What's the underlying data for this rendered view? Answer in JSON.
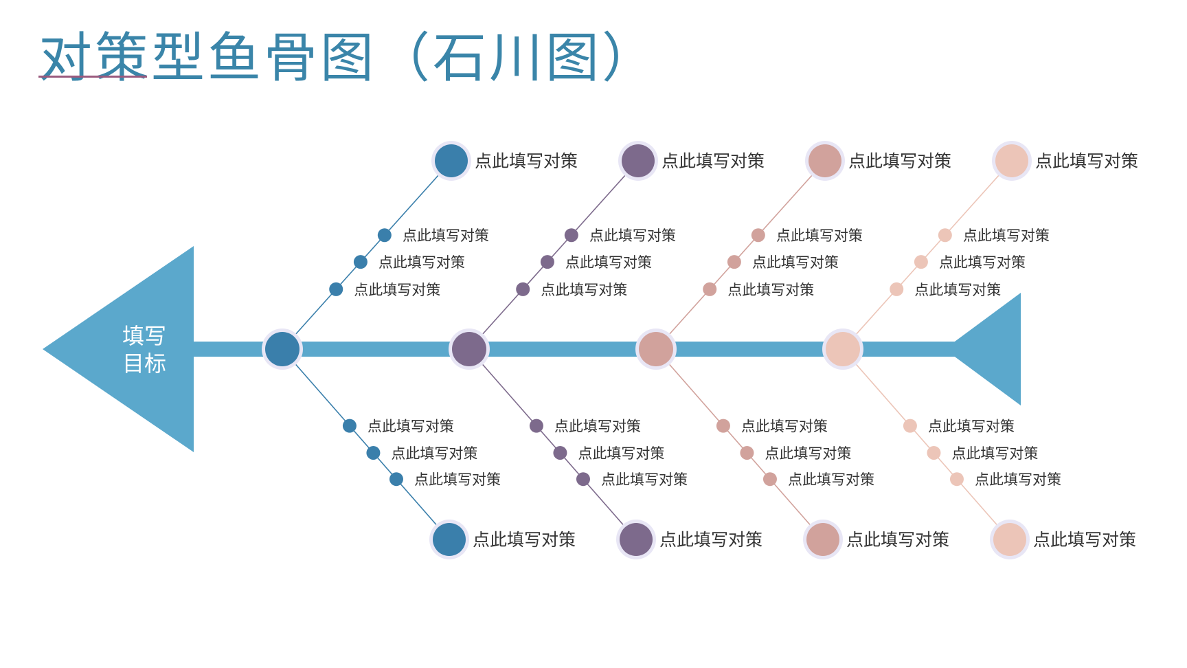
{
  "slide": {
    "title": "对策型鱼骨图（石川图）"
  },
  "head": {
    "line1": "填写",
    "line2": "目标",
    "color": "#5ba8cc"
  },
  "spine_color": "#5ba8cc",
  "halo_color": "#e8e6f5",
  "bones": [
    {
      "color": "#3a7fab",
      "top": {
        "main": "点此填写对策",
        "items": [
          "点此填写对策",
          "点此填写对策",
          "点此填写对策"
        ]
      },
      "bottom": {
        "main": "点此填写对策",
        "items": [
          "点此填写对策",
          "点此填写对策",
          "点此填写对策"
        ]
      }
    },
    {
      "color": "#7d6a8c",
      "top": {
        "main": "点此填写对策",
        "items": [
          "点此填写对策",
          "点此填写对策",
          "点此填写对策"
        ]
      },
      "bottom": {
        "main": "点此填写对策",
        "items": [
          "点此填写对策",
          "点此填写对策",
          "点此填写对策"
        ]
      }
    },
    {
      "color": "#d1a29c",
      "top": {
        "main": "点此填写对策",
        "items": [
          "点此填写对策",
          "点此填写对策",
          "点此填写对策"
        ]
      },
      "bottom": {
        "main": "点此填写对策",
        "items": [
          "点此填写对策",
          "点此填写对策",
          "点此填写对策"
        ]
      }
    },
    {
      "color": "#ecc5b8",
      "top": {
        "main": "点此填写对策",
        "items": [
          "点此填写对策",
          "点此填写对策",
          "点此填写对策"
        ]
      },
      "bottom": {
        "main": "点此填写对策",
        "items": [
          "点此填写对策",
          "点此填写对策",
          "点此填写对策"
        ]
      }
    }
  ]
}
